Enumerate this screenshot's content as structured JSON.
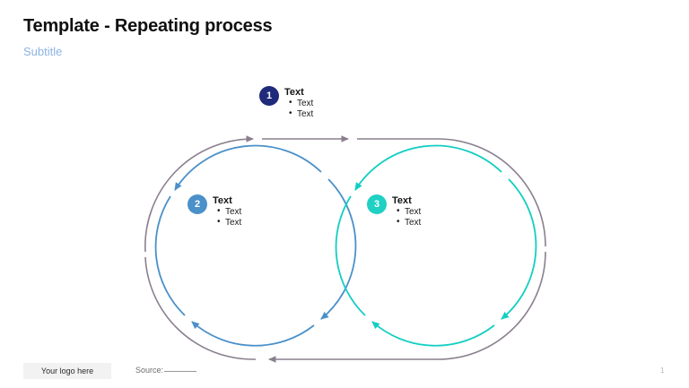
{
  "header": {
    "title": "Template - Repeating process",
    "subtitle": "Subtitle",
    "subtitle_color": "#8CB4E2"
  },
  "diagram": {
    "type": "repeating-process-loop",
    "track_color": "#8A7F8E",
    "steps": [
      {
        "number": "1",
        "badge_color": "#1F2A7A",
        "heading": "Text",
        "bullets": [
          "Text",
          "Text"
        ]
      },
      {
        "number": "2",
        "badge_color": "#4A90C9",
        "heading": "Text",
        "bullets": [
          "Text",
          "Text"
        ]
      },
      {
        "number": "3",
        "badge_color": "#1FD0C3",
        "heading": "Text",
        "bullets": [
          "Text",
          "Text"
        ]
      }
    ]
  },
  "footer": {
    "logo_placeholder": "Your logo here",
    "source_label": "Source:",
    "page_number": "1"
  }
}
